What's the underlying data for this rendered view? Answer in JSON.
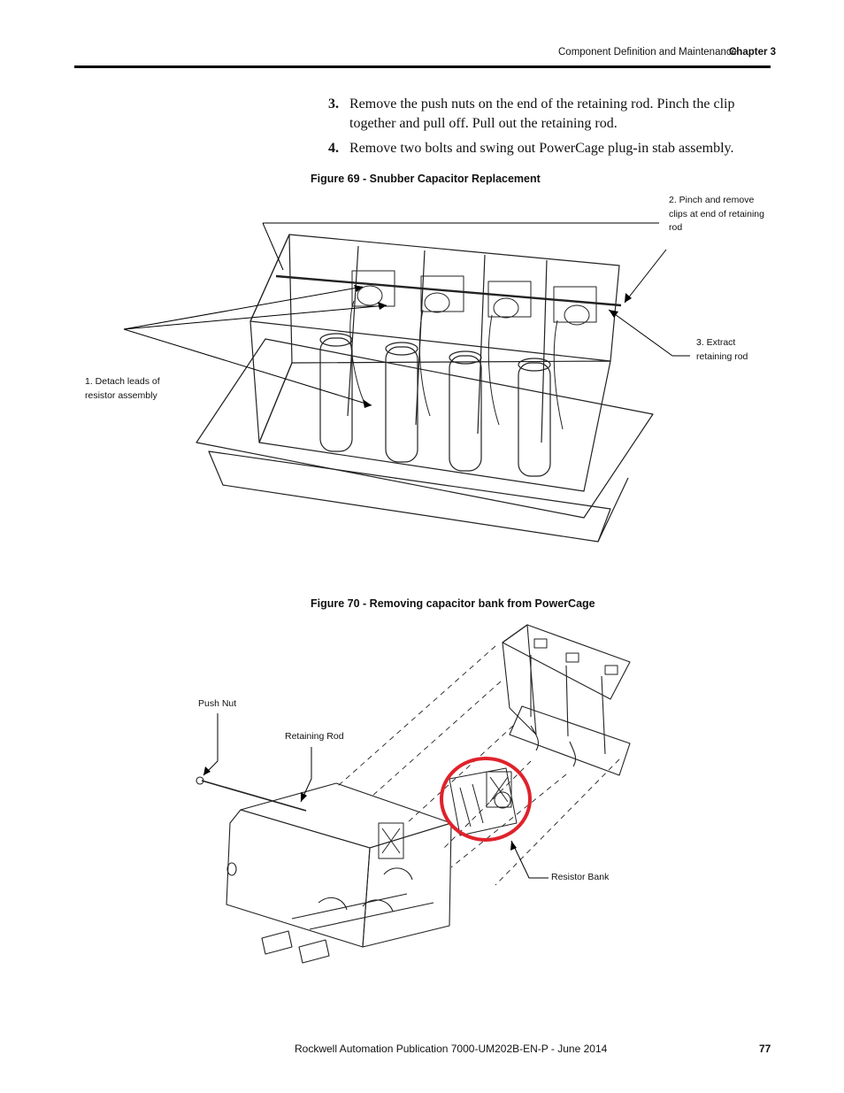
{
  "header": {
    "section": "Component Definition and Maintenance",
    "chapter": "Chapter 3"
  },
  "steps": [
    {
      "number": "3.",
      "text": "Remove the push nuts on the end of the retaining rod.  Pinch the clip together and pull off.  Pull out the retaining rod."
    },
    {
      "number": "4.",
      "text": "Remove two bolts and swing out PowerCage plug-in stab assembly."
    }
  ],
  "figure69": {
    "caption": "Figure 69 - Snubber Capacitor Replacement",
    "callouts": {
      "detach": "1. Detach leads of resistor assembly",
      "pinch": "2. Pinch and remove clips at end of retaining rod",
      "extract": "3. Extract retaining rod"
    }
  },
  "figure70": {
    "caption": "Figure 70 - Removing capacitor bank from PowerCage",
    "callouts": {
      "push_nut": "Push Nut",
      "retaining_rod": "Retaining Rod",
      "resistor_bank": "Resistor Bank"
    },
    "highlight_color": "#e0222b"
  },
  "footer": {
    "publication": "Rockwell Automation Publication 7000-UM202B-EN-P - June 2014",
    "page_number": "77"
  }
}
